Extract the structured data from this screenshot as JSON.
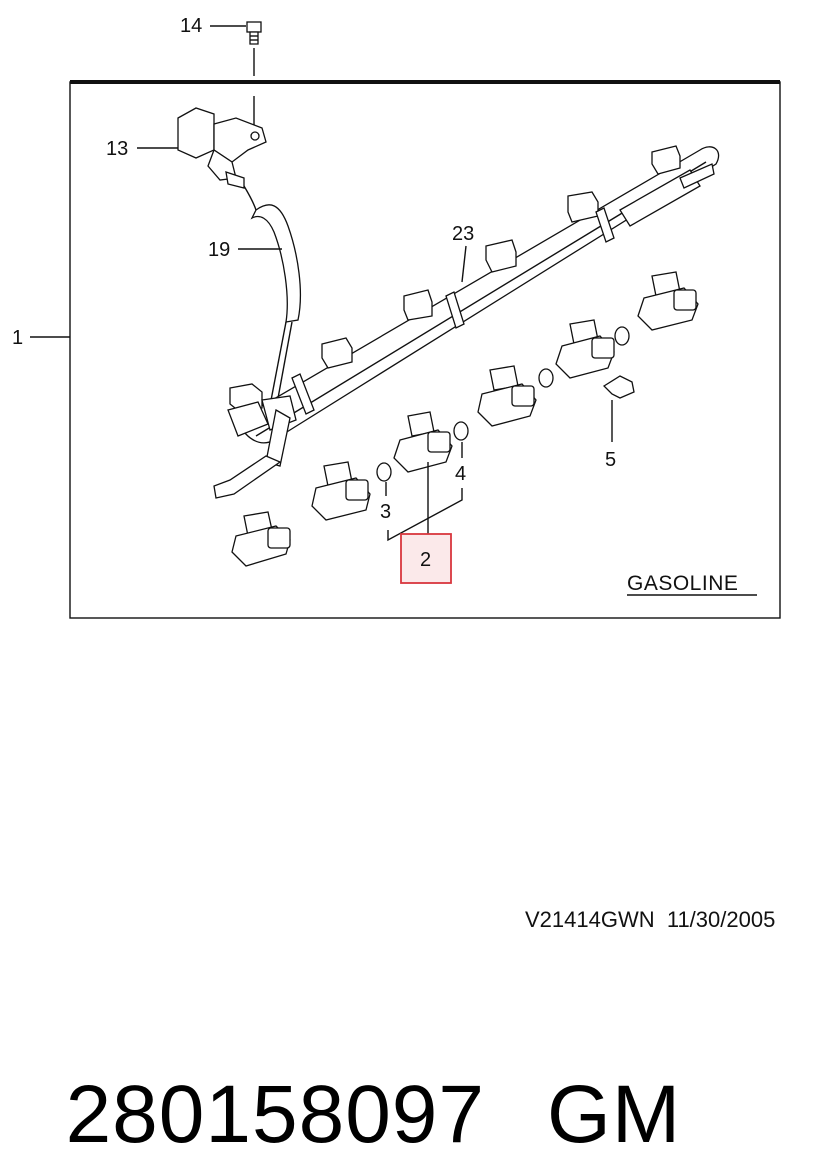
{
  "diagram": {
    "callouts": {
      "c1": "1",
      "c2": "2",
      "c3": "3",
      "c4": "4",
      "c5": "5",
      "c13": "13",
      "c14": "14",
      "c19": "19",
      "c23": "23"
    },
    "fuel_label": "GASOLINE",
    "highlight_color": "#d9363e",
    "highlight_fill": "#fbe9ea"
  },
  "footer": {
    "reference": "V21414GWN  11/30/2005",
    "part_number": "280158097",
    "brand": "GM"
  }
}
